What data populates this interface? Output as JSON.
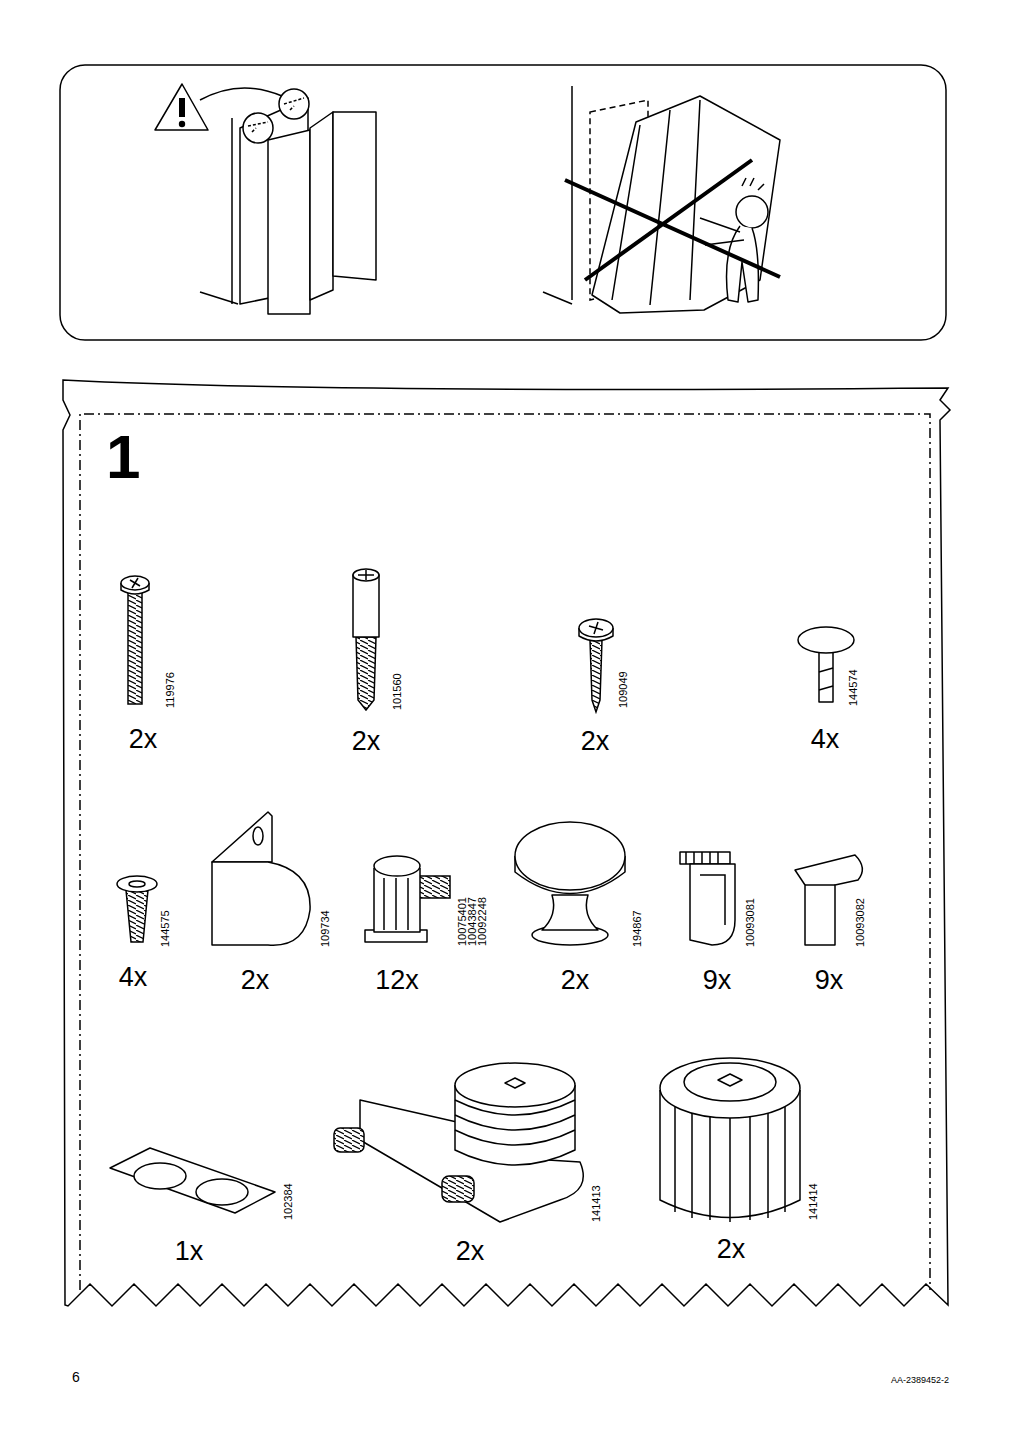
{
  "diagram": {
    "labels": [
      "1",
      "119976",
      "2x",
      "101560",
      "2x",
      "109049",
      "2x",
      "144574",
      "4x",
      "144575",
      "4x",
      "109734",
      "2x",
      "10075401",
      "10043847",
      "10092248",
      "12x",
      "194867",
      "2x",
      "10093081",
      "9x",
      "10093082",
      "9x",
      "102384",
      "1x",
      "141413",
      "2x",
      "141414",
      "2x",
      "6",
      "AA-2389452-2"
    ]
  }
}
